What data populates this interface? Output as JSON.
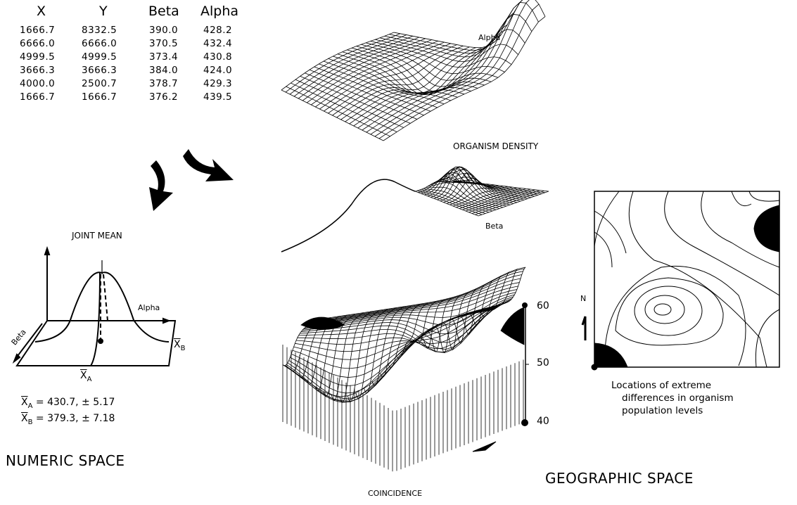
{
  "table": {
    "headers": [
      "X",
      "Y",
      "Beta",
      "Alpha"
    ],
    "rows": [
      [
        "1666.7",
        "8332.5",
        "390.0",
        "428.2"
      ],
      [
        "6666.0",
        "6666.0",
        "370.5",
        "432.4"
      ],
      [
        "4999.5",
        "4999.5",
        "373.4",
        "430.8"
      ],
      [
        "3666.3",
        "3666.3",
        "384.0",
        "424.0"
      ],
      [
        "4000.0",
        "2500.7",
        "378.7",
        "429.3"
      ],
      [
        "1666.7",
        "1666.7",
        "376.2",
        "439.5"
      ]
    ]
  },
  "numeric": {
    "joint_mean_label": "JOINT MEAN",
    "alpha_axis": "Alpha",
    "beta_axis": "Beta",
    "xa_label": "X",
    "xa_sub": "A",
    "xb_label": "X",
    "xb_sub": "B",
    "formula_a": "= 430.7, ± 5.17",
    "formula_b": "= 379.3, ± 7.18",
    "section_title": "NUMERIC SPACE"
  },
  "geographic": {
    "alpha_surface_label": "Alpha",
    "density_label": "ORGANISM DENSITY",
    "beta_surface_label": "Beta",
    "axis_ticks": [
      "60",
      "50",
      "40"
    ],
    "coincidence_label": "COINCIDENCE",
    "north_label": "N",
    "map_caption": [
      "Locations of extreme",
      "differences in organism",
      "population levels"
    ],
    "section_title": "GEOGRAPHIC SPACE"
  }
}
